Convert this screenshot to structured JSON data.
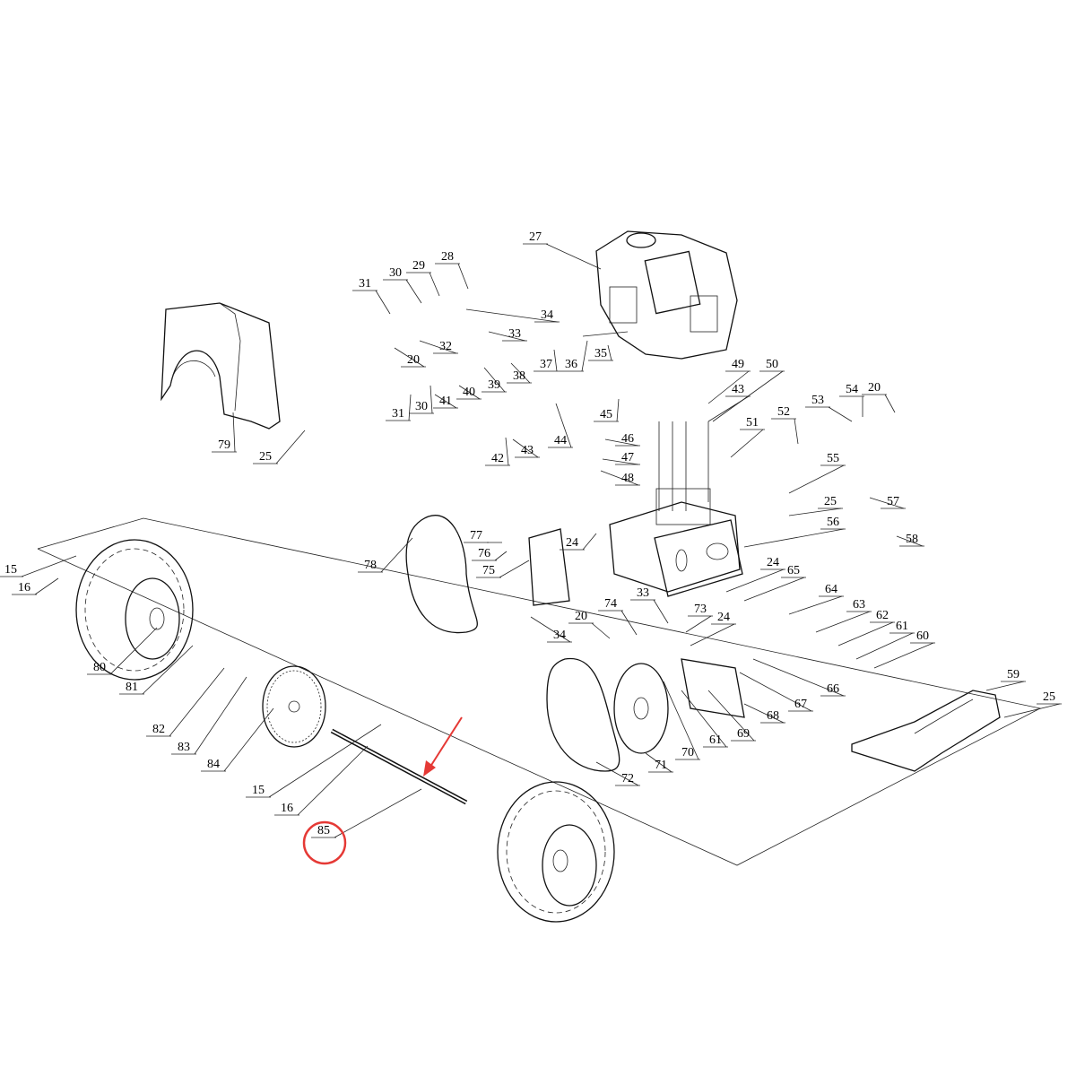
{
  "diagram": {
    "type": "exploded parts diagram",
    "highlight": {
      "label": "85",
      "circle_color": "#e53935",
      "arrow_color": "#e53935"
    },
    "labels": [
      "27",
      "28",
      "29",
      "30",
      "31",
      "34",
      "33",
      "32",
      "20",
      "37",
      "36",
      "35",
      "38",
      "39",
      "40",
      "41",
      "30",
      "31",
      "49",
      "50",
      "43",
      "54",
      "20",
      "53",
      "52",
      "45",
      "46",
      "47",
      "48",
      "44",
      "43",
      "42",
      "51",
      "55",
      "25",
      "57",
      "56",
      "58",
      "77",
      "76",
      "75",
      "24",
      "78",
      "24",
      "65",
      "64",
      "63",
      "62",
      "61",
      "60",
      "34",
      "20",
      "74",
      "33",
      "73",
      "24",
      "59",
      "25",
      "66",
      "67",
      "68",
      "69",
      "61",
      "70",
      "71",
      "72",
      "15",
      "16",
      "80",
      "81",
      "82",
      "83",
      "84",
      "15",
      "16",
      "85",
      "79",
      "25"
    ]
  }
}
